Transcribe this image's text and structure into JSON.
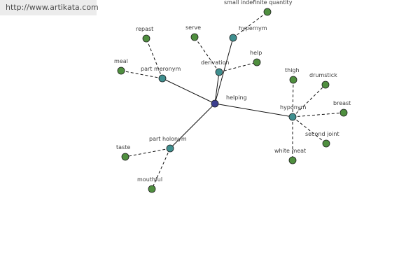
{
  "source": {
    "url_text": "http://www.artikata.com"
  },
  "colors": {
    "center": "#3c3f8f",
    "relation": "#3f8f8f",
    "leaf": "#4f8f3f"
  },
  "graph": {
    "center": {
      "id": "helping",
      "label": "helping"
    },
    "relations": [
      {
        "id": "hypernym",
        "label": "hypernym"
      },
      {
        "id": "derivation",
        "label": "derivation"
      },
      {
        "id": "part-meronym",
        "label": "part meronym"
      },
      {
        "id": "part-holonym",
        "label": "part holonym"
      },
      {
        "id": "hyponym",
        "label": "hyponym"
      }
    ],
    "leaves": [
      {
        "id": "small-indefinite-quantity",
        "label": "small indefinite quantity",
        "parent": "hypernym"
      },
      {
        "id": "serve",
        "label": "serve",
        "parent": "derivation"
      },
      {
        "id": "help",
        "label": "help",
        "parent": "derivation"
      },
      {
        "id": "repast",
        "label": "repast",
        "parent": "part-meronym"
      },
      {
        "id": "meal",
        "label": "meal",
        "parent": "part-meronym"
      },
      {
        "id": "taste",
        "label": "taste",
        "parent": "part-holonym"
      },
      {
        "id": "mouthful",
        "label": "mouthful",
        "parent": "part-holonym"
      },
      {
        "id": "thigh",
        "label": "thigh",
        "parent": "hyponym"
      },
      {
        "id": "drumstick",
        "label": "drumstick",
        "parent": "hyponym"
      },
      {
        "id": "breast",
        "label": "breast",
        "parent": "hyponym"
      },
      {
        "id": "second-joint",
        "label": "second joint",
        "parent": "hyponym"
      },
      {
        "id": "white-meat",
        "label": "white meat",
        "parent": "hyponym"
      }
    ]
  }
}
